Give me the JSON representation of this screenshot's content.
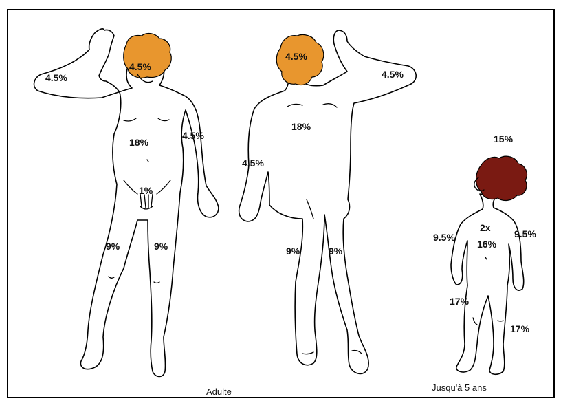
{
  "figure": {
    "colors": {
      "adult_head": "#e8962e",
      "child_head": "#7a1a12",
      "outline": "#000000"
    },
    "adult_front": {
      "head": "4.5%",
      "arm_left": "4.5%",
      "arm_right": "4.5%",
      "trunk": "18%",
      "genitals": "1%",
      "leg_left": "9%",
      "leg_right": "9%"
    },
    "adult_back": {
      "head": "4.5%",
      "arm_right": "4.5%",
      "arm_left": "4.5%",
      "trunk": "18%",
      "leg_left": "9%",
      "leg_right": "9%"
    },
    "child": {
      "head": "15%",
      "arm_left": "9.5%",
      "arm_right": "9.5%",
      "trunk_multiplier": "2x",
      "trunk": "16%",
      "leg_left": "17%",
      "leg_right": "17%"
    },
    "captions": {
      "adult": "Adulte",
      "child": "Jusqu'à 5 ans"
    }
  }
}
